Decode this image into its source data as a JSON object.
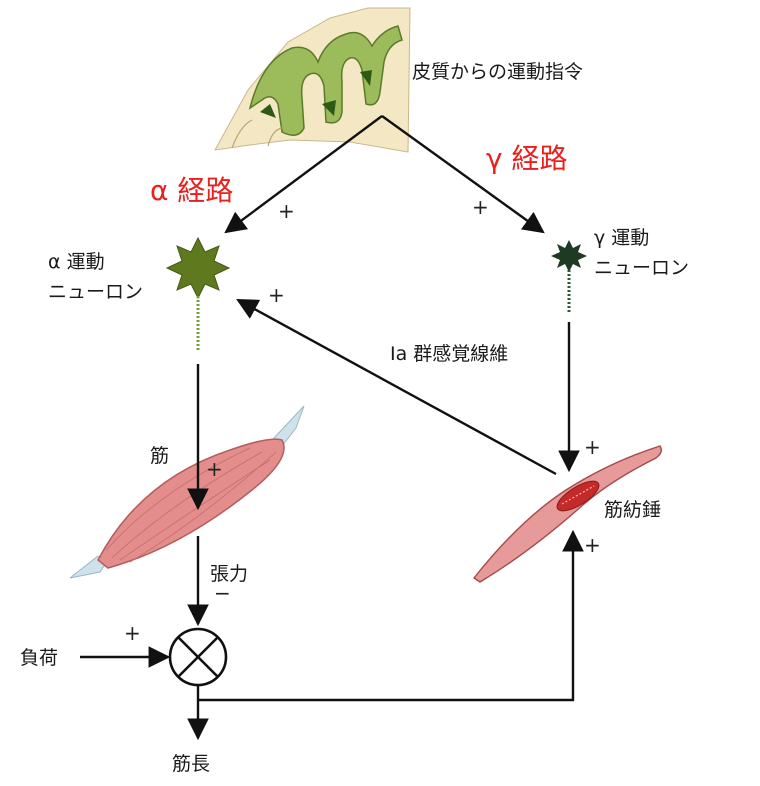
{
  "labels": {
    "cortex_command": "皮質からの運動指令",
    "alpha_path": "α 経路",
    "gamma_path": "γ 経路",
    "alpha_neuron_line1": "α 運動",
    "alpha_neuron_line2": "ニューロン",
    "gamma_neuron_line1": "γ 運動",
    "gamma_neuron_line2": "ニューロン",
    "ia_fiber": "Ia 群感覚線維",
    "muscle": "筋",
    "muscle_spindle": "筋紡錘",
    "tension": "張力",
    "load": "負荷",
    "muscle_length": "筋長"
  },
  "signs": {
    "plus": "+",
    "minus": "−"
  },
  "colors": {
    "accent": "#e8201e",
    "alpha_neuron": "#5f7a1e",
    "gamma_neuron": "#1e3a22",
    "muscle": "#e38d8d",
    "cortex": "#9cbb5a"
  }
}
